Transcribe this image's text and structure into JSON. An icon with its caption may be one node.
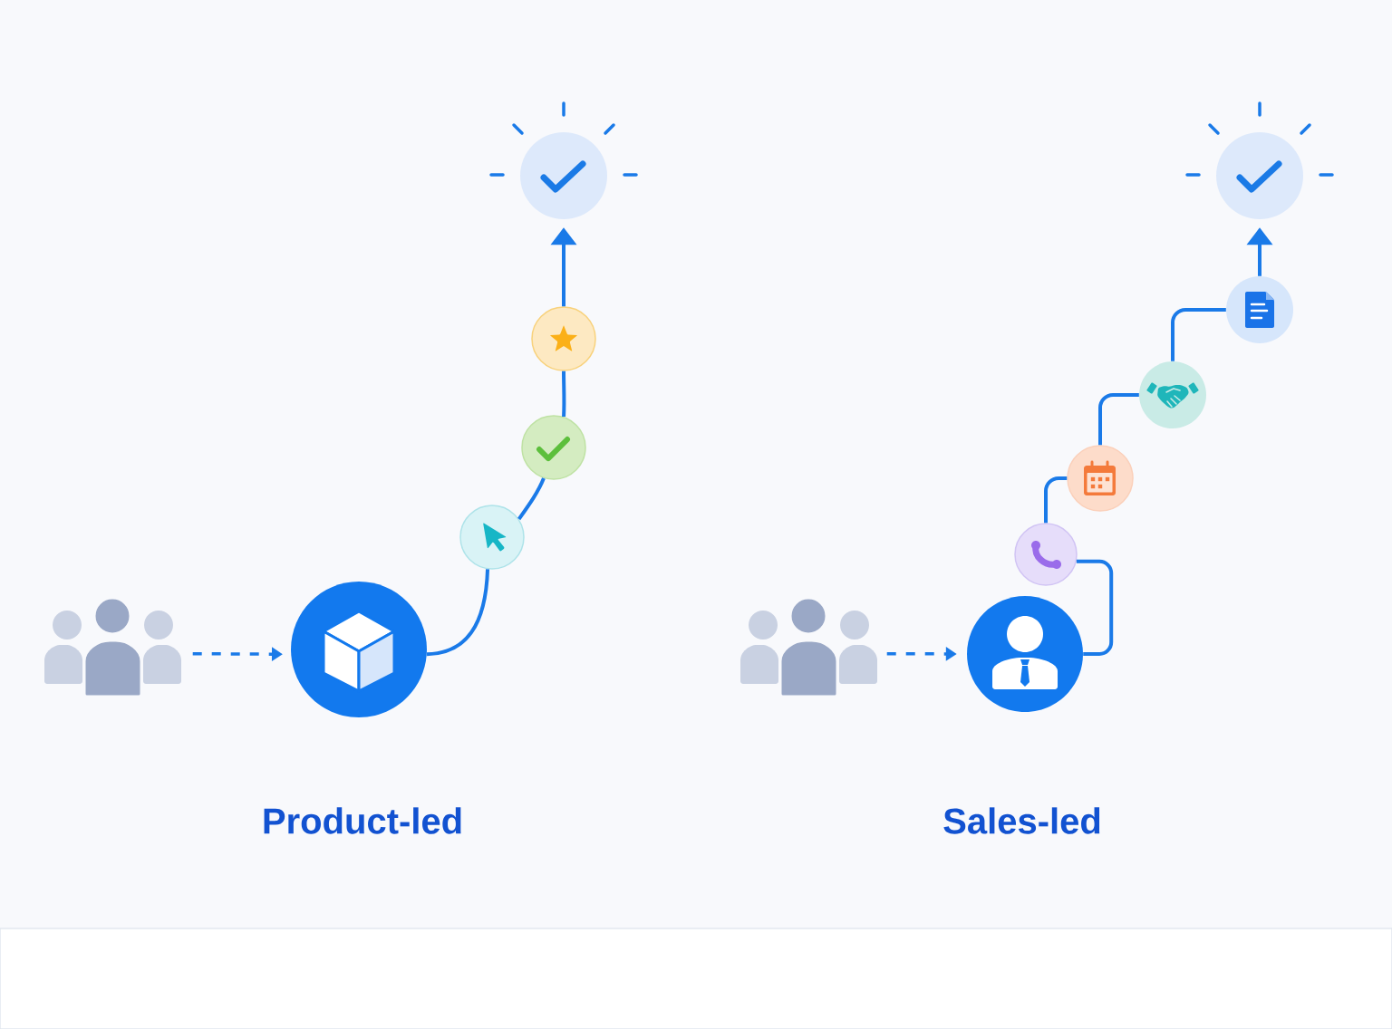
{
  "diagram": {
    "nodes": [
      {
        "text": [],
        "shape": "person"
      },
      {
        "text": [],
        "shape": "circle"
      },
      {
        "text": [],
        "shape": "circle"
      },
      {
        "text": [],
        "shape": "circle"
      },
      {
        "text": [],
        "shape": "circle"
      },
      {
        "text": [],
        "shape": "circle"
      },
      {
        "text": [],
        "shape": "person"
      },
      {
        "text": [],
        "shape": "circle"
      },
      {
        "text": [],
        "shape": "circle"
      },
      {
        "text": [],
        "shape": "circle"
      },
      {
        "text": [],
        "shape": "circle"
      },
      {
        "text": [],
        "shape": "circle"
      },
      {
        "text": [],
        "shape": "circle"
      }
    ],
    "edges": [
      {
        "from": 0,
        "to": 1,
        "arrow": "to",
        "style": "dashed"
      },
      {
        "from": 1,
        "to": 2,
        "arrow": "none"
      },
      {
        "from": 2,
        "to": 3,
        "arrow": "none"
      },
      {
        "from": 3,
        "to": 4,
        "arrow": "none"
      },
      {
        "from": 4,
        "to": 5,
        "arrow": "to"
      },
      {
        "from": 6,
        "to": 7,
        "arrow": "to",
        "style": "dashed"
      },
      {
        "from": 7,
        "to": 8,
        "arrow": "none"
      },
      {
        "from": 8,
        "to": 9,
        "arrow": "none"
      },
      {
        "from": 9,
        "to": 10,
        "arrow": "none"
      },
      {
        "from": 10,
        "to": 11,
        "arrow": "none"
      },
      {
        "from": 11,
        "to": 12,
        "arrow": "to"
      }
    ],
    "labels": [
      "Product-led",
      "Sales-led"
    ]
  }
}
